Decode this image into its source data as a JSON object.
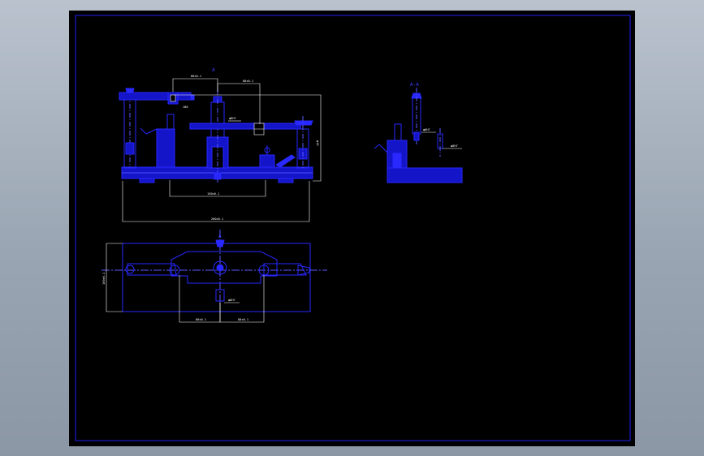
{
  "drawing": {
    "colors": {
      "background": "#000000",
      "frame": "#1f1ff0",
      "part": "#2828ff",
      "fill": "#1414c8",
      "dimension": "#ffffff",
      "centerline": "#5a5aff"
    },
    "views": {
      "front": {
        "marker": "A",
        "dims": [
          "80±0.1",
          "80±0.1",
          "150±0.1",
          "200±0.1",
          "φ10",
          "100",
          "φ8H7"
        ]
      },
      "section": {
        "marker": "A-A",
        "dims": [
          "φ8H7",
          "φ8H7"
        ]
      },
      "top": {
        "marker": "A",
        "dims": [
          "100±0.1",
          "80±0.1",
          "80±0.1",
          "φ8H7"
        ]
      }
    }
  }
}
